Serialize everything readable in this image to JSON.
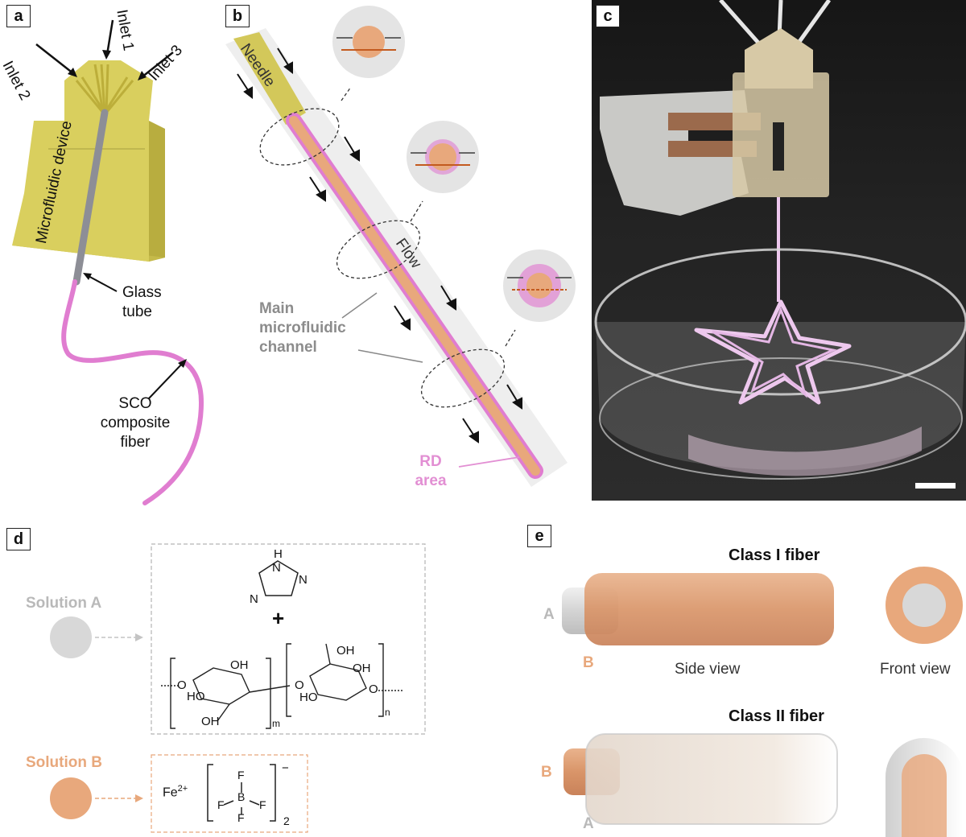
{
  "panels": {
    "a": {
      "letter": "a",
      "inlet1": "Inlet 1",
      "inlet2": "Inlet 2",
      "inlet3": "Inlet 3",
      "device": "Microfluidic device",
      "glass_line1": "Glass",
      "glass_line2": "tube",
      "sco_line1": "SCO",
      "sco_line2": "composite",
      "sco_line3": "fiber"
    },
    "b": {
      "letter": "b",
      "needle": "Needle",
      "flow": "Flow",
      "channel_line1": "Main",
      "channel_line2": "microfluidic",
      "channel_line3": "channel",
      "rd_line1": "RD",
      "rd_line2": "area"
    },
    "c": {
      "letter": "c"
    },
    "d": {
      "letter": "d",
      "solution_a": "Solution A",
      "solution_b": "Solution B",
      "plus": "+",
      "fe": "Fe",
      "fe_charge": "2+",
      "sub_m": "m",
      "sub_n": "n",
      "sub_2": "2",
      "minus": "−",
      "atom_h": "H",
      "atom_n": "N",
      "atom_o": "O",
      "atom_oh": "OH",
      "atom_ho": "HO",
      "atom_b": "B",
      "atom_f": "F"
    },
    "e": {
      "letter": "e",
      "class1": "Class I fiber",
      "class2": "Class II fiber",
      "side_view": "Side view",
      "front_view": "Front view",
      "label_a": "A",
      "label_b": "B"
    }
  },
  "colors": {
    "device_yellow": "#d9cf5e",
    "fiber_pink": "#e07dd0",
    "core_orange": "#e8a87c",
    "gray_circle": "#d8d8d8"
  }
}
